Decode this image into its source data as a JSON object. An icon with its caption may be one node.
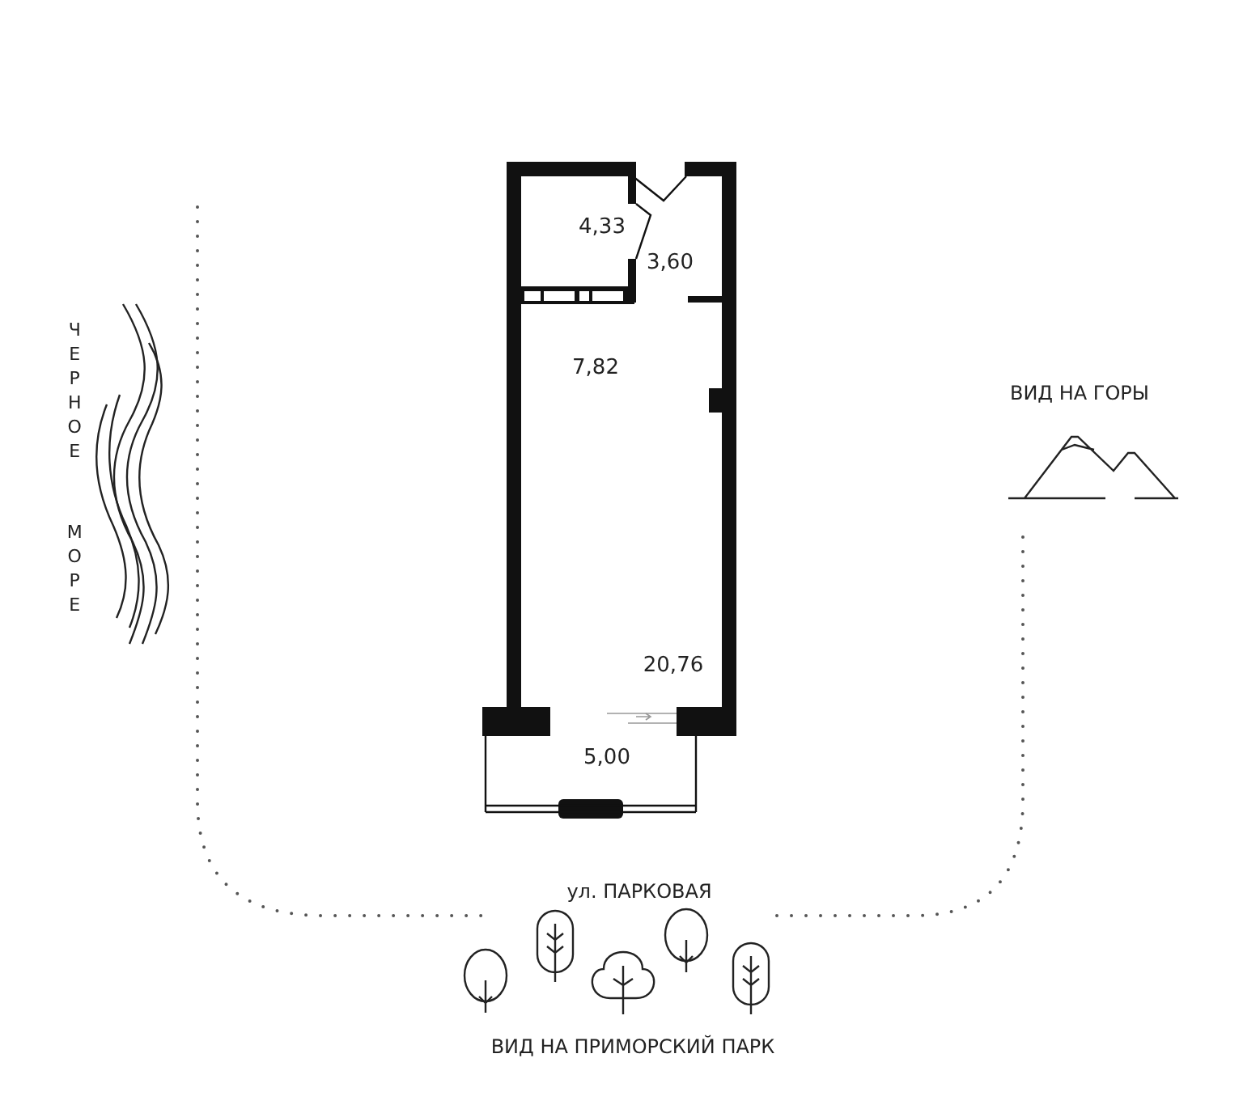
{
  "diagram": {
    "labels": [
      "4,33",
      "3,60",
      "7,82",
      "20,76",
      "5,00",
      "ЧЕРНОЕ МОРЕ",
      "ВИД НА ГОРЫ",
      "ул. ПАРКОВАЯ",
      "ВИД НА ПРИМОРСКИЙ ПАРК"
    ]
  }
}
